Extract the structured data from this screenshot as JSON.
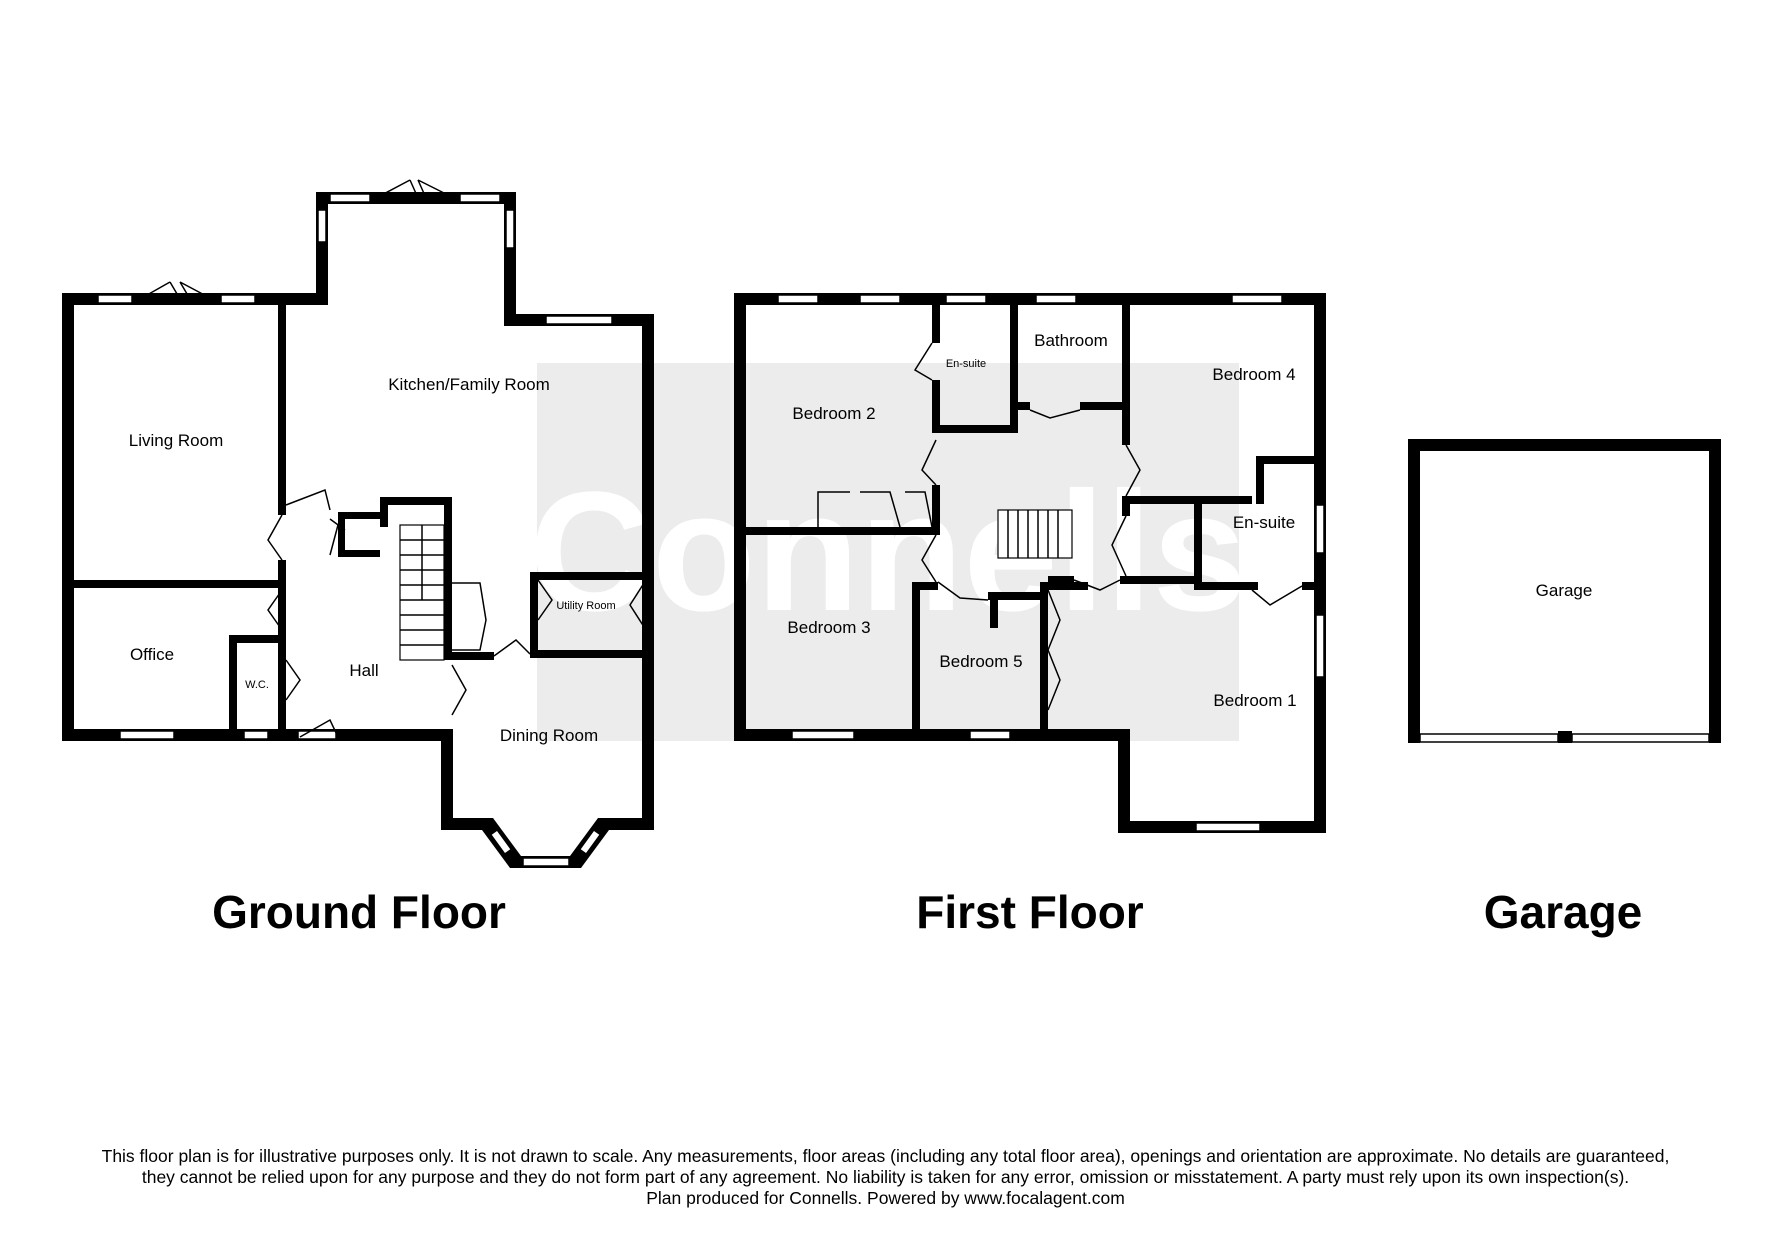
{
  "watermark": {
    "text": "Connells"
  },
  "floors": {
    "ground": {
      "title": "Ground Floor",
      "rooms": {
        "living_room": "Living Room",
        "kitchen": "Kitchen/Family Room",
        "office": "Office",
        "wc": "W.C.",
        "hall": "Hall",
        "utility": "Utility Room",
        "dining": "Dining Room"
      }
    },
    "first": {
      "title": "First Floor",
      "rooms": {
        "bedroom2": "Bedroom 2",
        "ensuite_a": "En-suite",
        "bathroom": "Bathroom",
        "bedroom4": "Bedroom 4",
        "ensuite_b": "En-suite",
        "bedroom3": "Bedroom 3",
        "bedroom5": "Bedroom 5",
        "bedroom1": "Bedroom 1"
      }
    },
    "garage": {
      "title": "Garage",
      "rooms": {
        "garage": "Garage"
      }
    }
  },
  "disclaimer": {
    "line1": "This floor plan is for illustrative purposes only. It is not drawn to scale. Any measurements, floor areas (including any total floor area), openings and orientation are approximate. No details are guaranteed,",
    "line2": "they cannot be relied upon for any purpose and they do not form part of any agreement. No liability is taken for any error, omission or misstatement. A party must rely upon its own inspection(s).",
    "line3": "Plan produced for Connells. Powered by www.focalagent.com"
  }
}
